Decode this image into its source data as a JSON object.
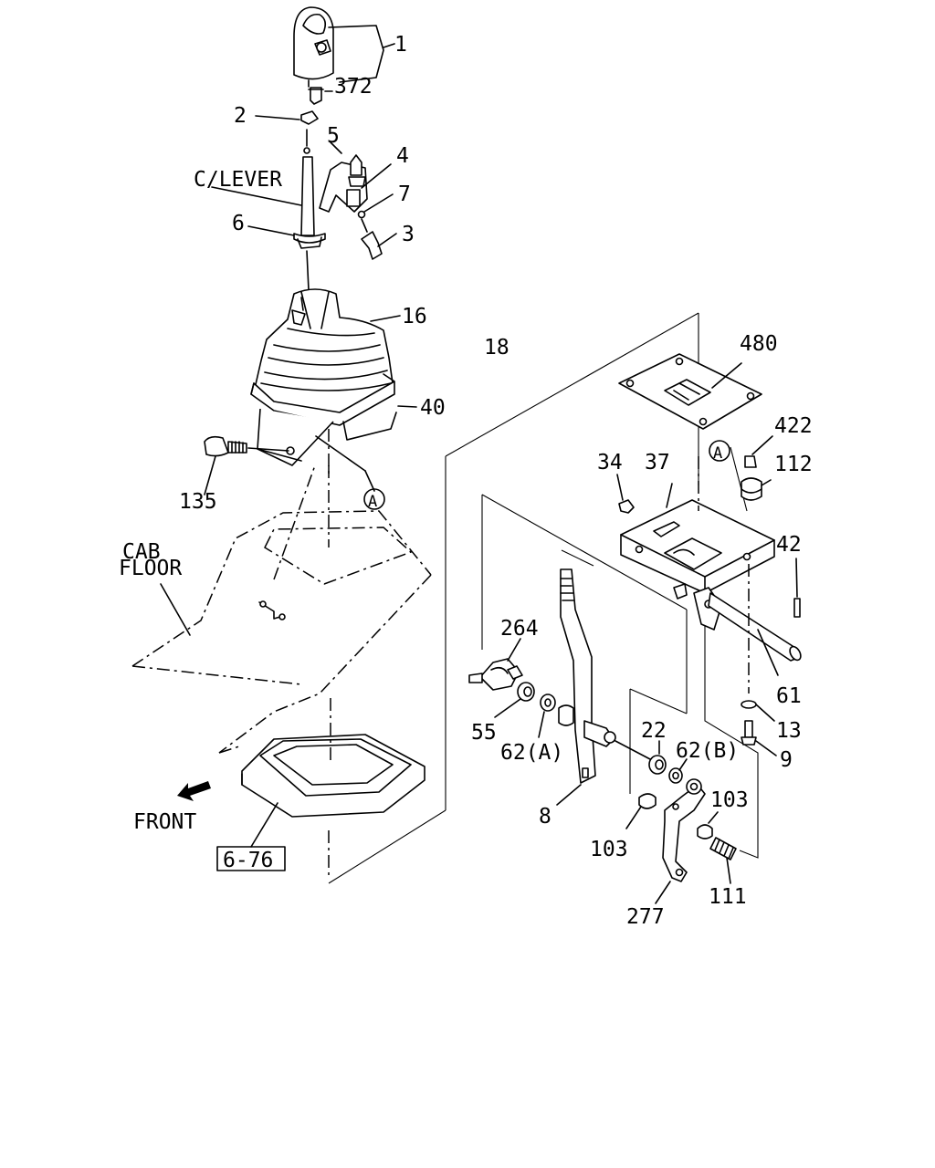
{
  "labels": {
    "p1": "1",
    "p372": "372",
    "p2": "2",
    "p5": "5",
    "p4": "4",
    "clever": "C/LEVER",
    "p7": "7",
    "p6": "6",
    "p3": "3",
    "p16": "16",
    "p18": "18",
    "p40": "40",
    "p135": "135",
    "refA1": "A",
    "cabfloor1": "CAB",
    "cabfloor2": "FLOOR",
    "front": "FRONT",
    "ref676": "6-76",
    "p480": "480",
    "p422": "422",
    "p34": "34",
    "p37": "37",
    "refA2": "A",
    "p112": "112",
    "p42": "42",
    "p264": "264",
    "p61": "61",
    "p55": "55",
    "p62a": "62(A)",
    "p22": "22",
    "p62b": "62(B)",
    "p13": "13",
    "p9": "9",
    "p8": "8",
    "p103a": "103",
    "p103b": "103",
    "p111": "111",
    "p277": "277"
  }
}
